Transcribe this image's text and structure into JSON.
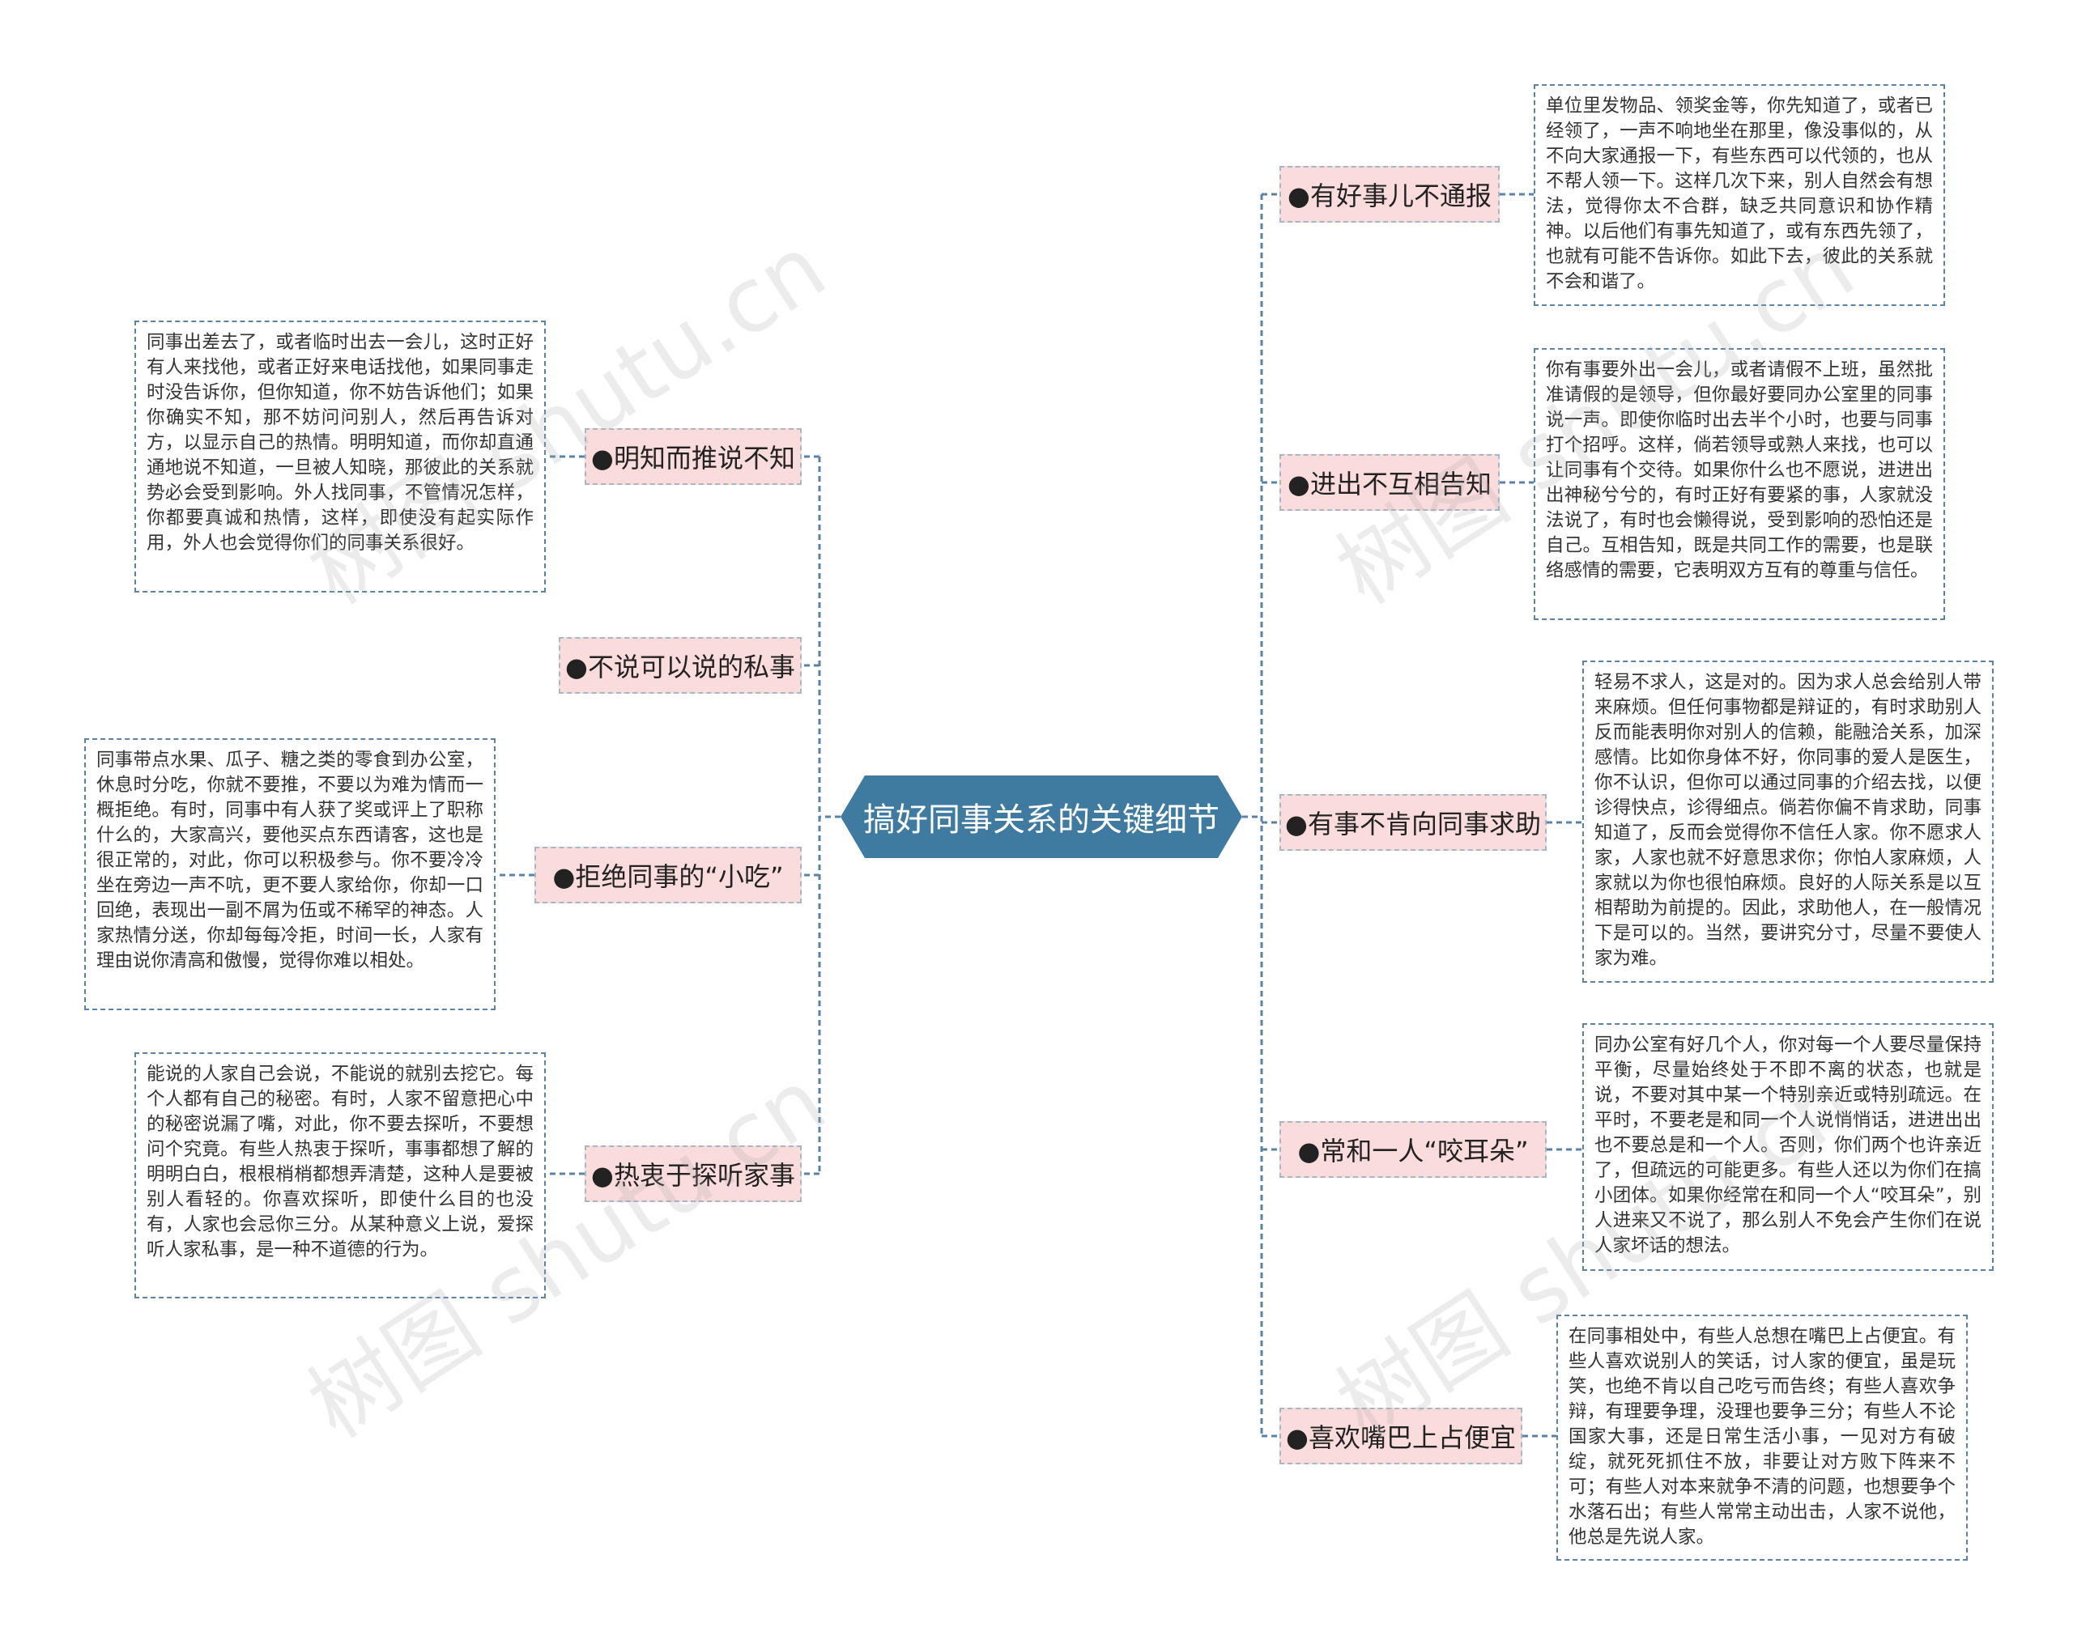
{
  "root": {
    "label": "搞好同事关系的关键细节"
  },
  "colors": {
    "root": "#3f7aa1",
    "branch_fill": "#fbdcdc",
    "connector": "#5c83a6"
  },
  "left_branches": [
    {
      "label": "●明知而推说不知",
      "text": "同事出差去了，或者临时出去一会儿，这时正好有人来找他，或者正好来电话找他，如果同事走时没告诉你，但你知道，你不妨告诉他们；如果你确实不知，那不妨问问别人，然后再告诉对方，以显示自己的热情。明明知道，而你却直通通地说不知道，一旦被人知晓，那彼此的关系就势必会受到影响。外人找同事，不管情况怎样，你都要真诚和热情，这样，即使没有起实际作用，外人也会觉得你们的同事关系很好。"
    },
    {
      "label": "●不说可以说的私事",
      "text": ""
    },
    {
      "label": "●拒绝同事的“小吃”",
      "text": "同事带点水果、瓜子、糖之类的零食到办公室，休息时分吃，你就不要推，不要以为难为情而一概拒绝。有时，同事中有人获了奖或评上了职称什么的，大家高兴，要他买点东西请客，这也是很正常的，对此，你可以积极参与。你不要冷冷坐在旁边一声不吭，更不要人家给你，你却一口回绝，表现出一副不屑为伍或不稀罕的神态。人家热情分送，你却每每冷拒，时间一长，人家有理由说你清高和傲慢，觉得你难以相处。"
    },
    {
      "label": "●热衷于探听家事",
      "text": "能说的人家自己会说，不能说的就别去挖它。每个人都有自己的秘密。有时，人家不留意把心中的秘密说漏了嘴，对此，你不要去探听，不要想问个究竟。有些人热衷于探听，事事都想了解的明明白白，根根梢梢都想弄清楚，这种人是要被别人看轻的。你喜欢探听，即使什么目的也没有，人家也会忌你三分。从某种意义上说，爱探听人家私事，是一种不道德的行为。"
    }
  ],
  "right_branches": [
    {
      "label": "●有好事儿不通报",
      "text": "单位里发物品、领奖金等，你先知道了，或者已经领了，一声不响地坐在那里，像没事似的，从不向大家通报一下，有些东西可以代领的，也从不帮人领一下。这样几次下来，别人自然会有想法，觉得你太不合群，缺乏共同意识和协作精神。以后他们有事先知道了，或有东西先领了，也就有可能不告诉你。如此下去，彼此的关系就不会和谐了。"
    },
    {
      "label": "●进出不互相告知",
      "text": "你有事要外出一会儿，或者请假不上班，虽然批准请假的是领导，但你最好要同办公室里的同事说一声。即使你临时出去半个小时，也要与同事打个招呼。这样，倘若领导或熟人来找，也可以让同事有个交待。如果你什么也不愿说，进进出出神秘兮兮的，有时正好有要紧的事，人家就没法说了，有时也会懒得说，受到影响的恐怕还是自己。互相告知，既是共同工作的需要，也是联络感情的需要，它表明双方互有的尊重与信任。"
    },
    {
      "label": "●有事不肯向同事求助",
      "text": "轻易不求人，这是对的。因为求人总会给别人带来麻烦。但任何事物都是辩证的，有时求助别人反而能表明你对别人的信赖，能融洽关系，加深感情。比如你身体不好，你同事的爱人是医生，你不认识，但你可以通过同事的介绍去找，以便诊得快点，诊得细点。倘若你偏不肯求助，同事知道了，反而会觉得你不信任人家。你不愿求人家，人家也就不好意思求你；你怕人家麻烦，人家就以为你也很怕麻烦。良好的人际关系是以互相帮助为前提的。因此，求助他人，在一般情况下是可以的。当然，要讲究分寸，尽量不要使人家为难。"
    },
    {
      "label": "●常和一人“咬耳朵”",
      "text": "同办公室有好几个人，你对每一个人要尽量保持平衡，尽量始终处于不即不离的状态，也就是说，不要对其中某一个特别亲近或特别疏远。在平时，不要老是和同一个人说悄悄话，进进出出也不要总是和一个人。否则，你们两个也许亲近了，但疏远的可能更多。有些人还以为你们在搞小团体。如果你经常在和同一个人“咬耳朵”，别人进来又不说了，那么别人不免会产生你们在说人家坏话的想法。"
    },
    {
      "label": "●喜欢嘴巴上占便宜",
      "text": "在同事相处中，有些人总想在嘴巴上占便宜。有些人喜欢说别人的笑话，讨人家的便宜，虽是玩笑，也绝不肯以自己吃亏而告终；有些人喜欢争辩，有理要争理，没理也要争三分；有些人不论国家大事，还是日常生活小事，一见对方有破绽，就死死抓住不放，非要让对方败下阵来不可；有些人对本来就争不清的问题，也想要争个水落石出；有些人常常主动出击，人家不说他，他总是先说人家。"
    }
  ],
  "watermarks": [
    "树图 shutu.cn",
    "树图 shutu.cn",
    "树图 shutu.cn",
    "树图 shutu.cn"
  ]
}
